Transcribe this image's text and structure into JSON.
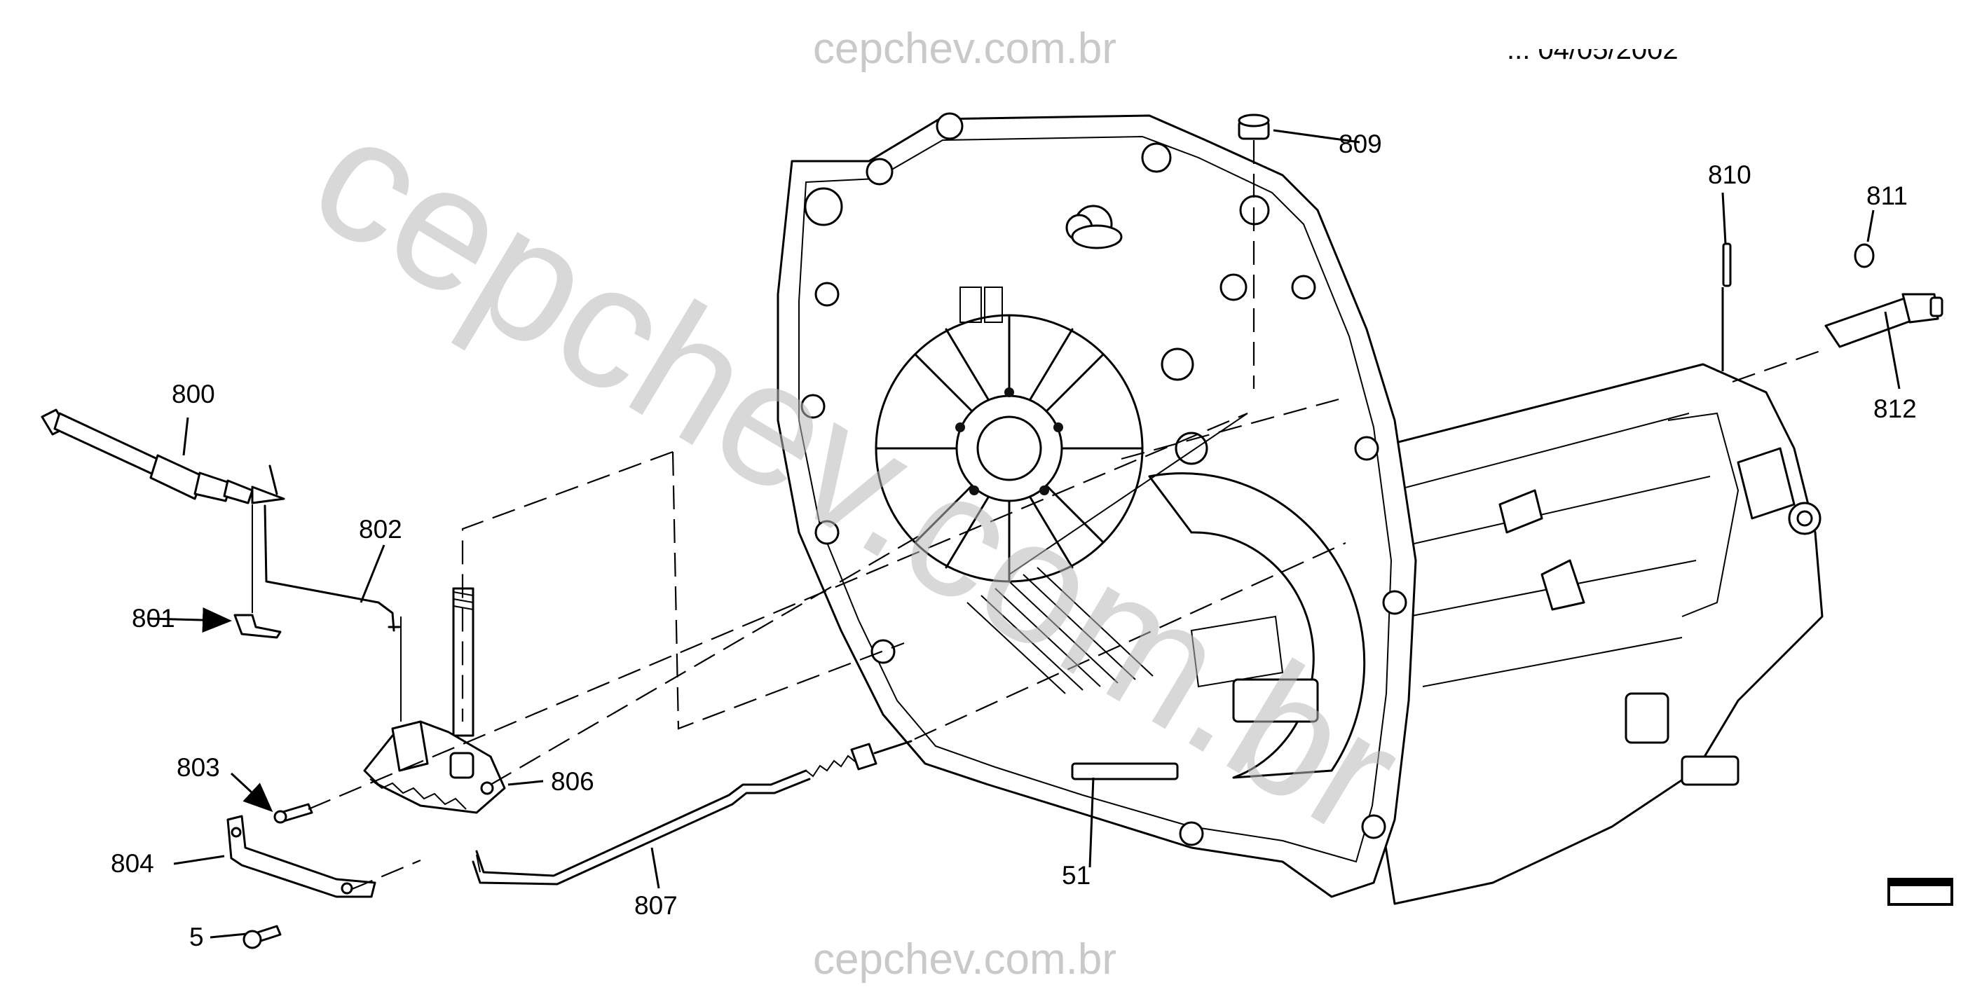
{
  "watermark": {
    "top": "cepchev.com.br",
    "bottom": "cepchev.com.br",
    "diagonal": "cepchev.com.br"
  },
  "header_partial_text": "... 04/05/2002",
  "callouts": {
    "c800": "800",
    "c801": "801",
    "c802": "802",
    "c803": "803",
    "c804": "804",
    "c805": "5",
    "c806": "806",
    "c807": "807",
    "c809": "809",
    "c810": "810",
    "c811": "811",
    "c812": "812",
    "c51": "51"
  }
}
